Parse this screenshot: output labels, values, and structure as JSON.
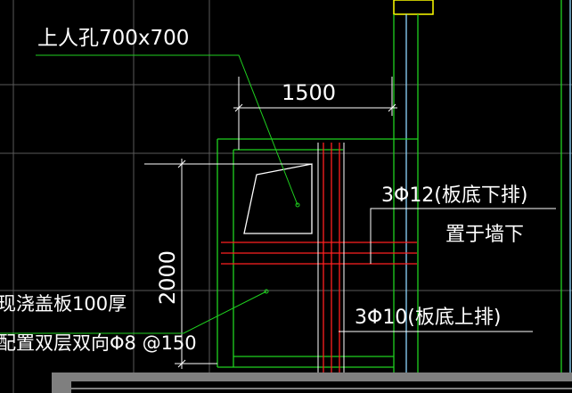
{
  "colors": {
    "background": "#000000",
    "grid_line": "#5a5a5a",
    "dim_line": "#ffffff",
    "wall": "#1fd11f",
    "wall_inner": "#8fd8ff",
    "rebar": "#ff2020",
    "text": "#ffffff",
    "leader": "#1fd11f",
    "top_box": "#ffff00",
    "floor_band": "#7f7f7f"
  },
  "labels": {
    "manhole": "上人孔700x700",
    "dim_width": "1500",
    "dim_height": "2000",
    "rebar_bottom": "3Φ12(板底下排)",
    "rebar_bottom_note": "置于墙下",
    "rebar_top": "3Φ10(板底上排)",
    "slab_line1": "现浇盖板100厚",
    "slab_line2": "配置双层双向Φ8 @150"
  }
}
